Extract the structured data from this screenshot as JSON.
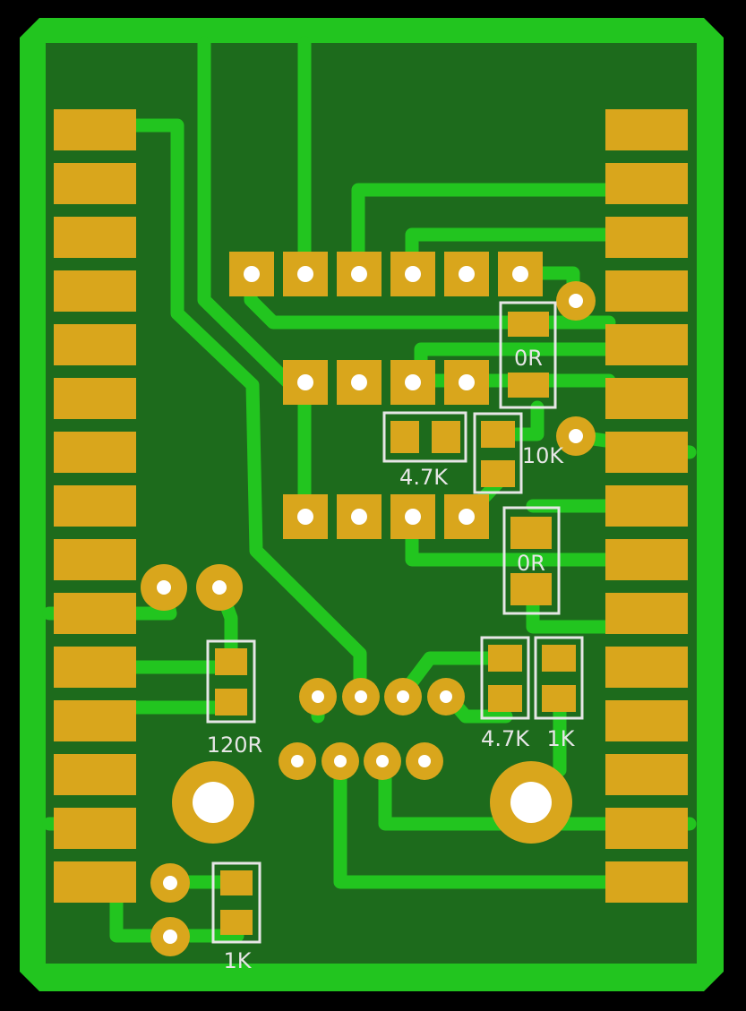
{
  "colors": {
    "background": "#000000",
    "copper_pour": "#22c51f",
    "substrate": "#1d6b1c",
    "trace": "#22c51f",
    "pad": "#d9a61c",
    "hole": "#ffffff",
    "silkscreen": "#e6e6e6"
  },
  "labels": {
    "r_top_right": "0R",
    "r_mid_right": "0R",
    "r_4k7_top": "4.7K",
    "r_10k": "10K",
    "r_120": "120R",
    "r_4k7_bottom": "4.7K",
    "r_1k_bottom_right": "1K",
    "r_1k_bottom_left": "1K"
  }
}
